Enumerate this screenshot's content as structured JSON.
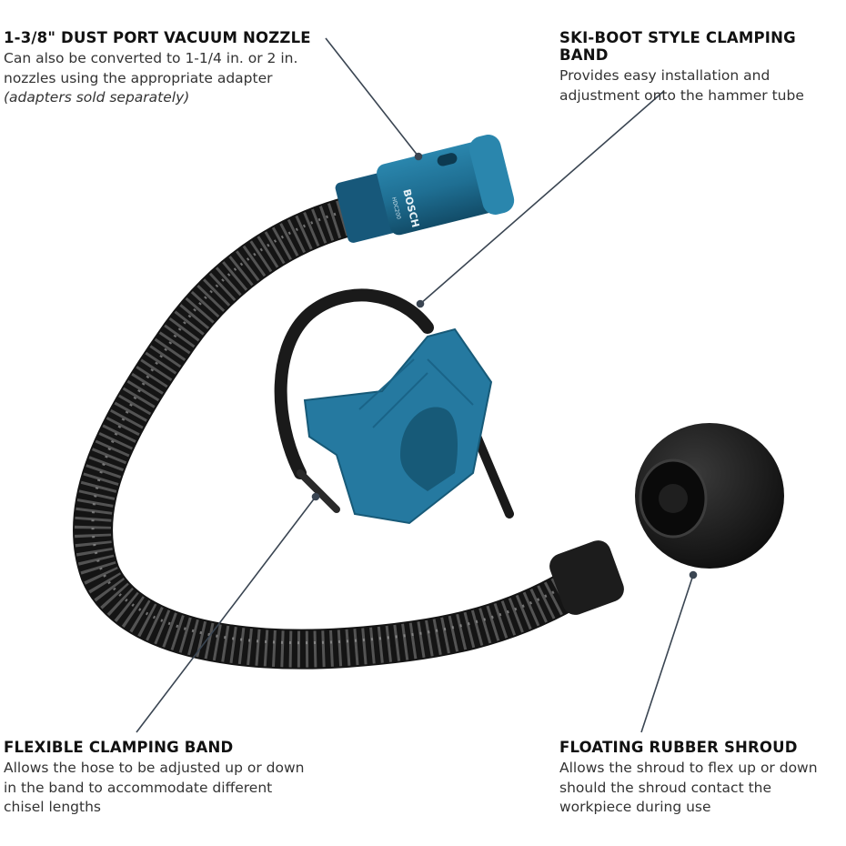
{
  "callouts": {
    "vacuum_nozzle": {
      "title": "1-3/8\" DUST PORT VACUUM NOZZLE",
      "text": "Can also be converted to 1-1/4 in. or 2 in. nozzles using the appropriate adapter",
      "note": "(adapters sold separately)"
    },
    "ski_boot_band": {
      "title": "SKI-BOOT STYLE CLAMPING BAND",
      "text": "Provides easy installation and adjustment onto the hammer tube"
    },
    "flexible_band": {
      "title": "FLEXIBLE CLAMPING BAND",
      "text": "Allows the hose to be adjusted up or down in the band to accommodate different chisel lengths"
    },
    "rubber_shroud": {
      "title": "FLOATING RUBBER SHROUD",
      "text": "Allows the shroud to flex up or down should the shroud contact the workpiece during use"
    }
  },
  "product": {
    "brand_mark": "BOSCH",
    "model_mark": "HDC200"
  },
  "colors": {
    "nozzle_blue": "#1f6f93",
    "hose_black": "#141414",
    "leader_line": "#3a4552"
  }
}
